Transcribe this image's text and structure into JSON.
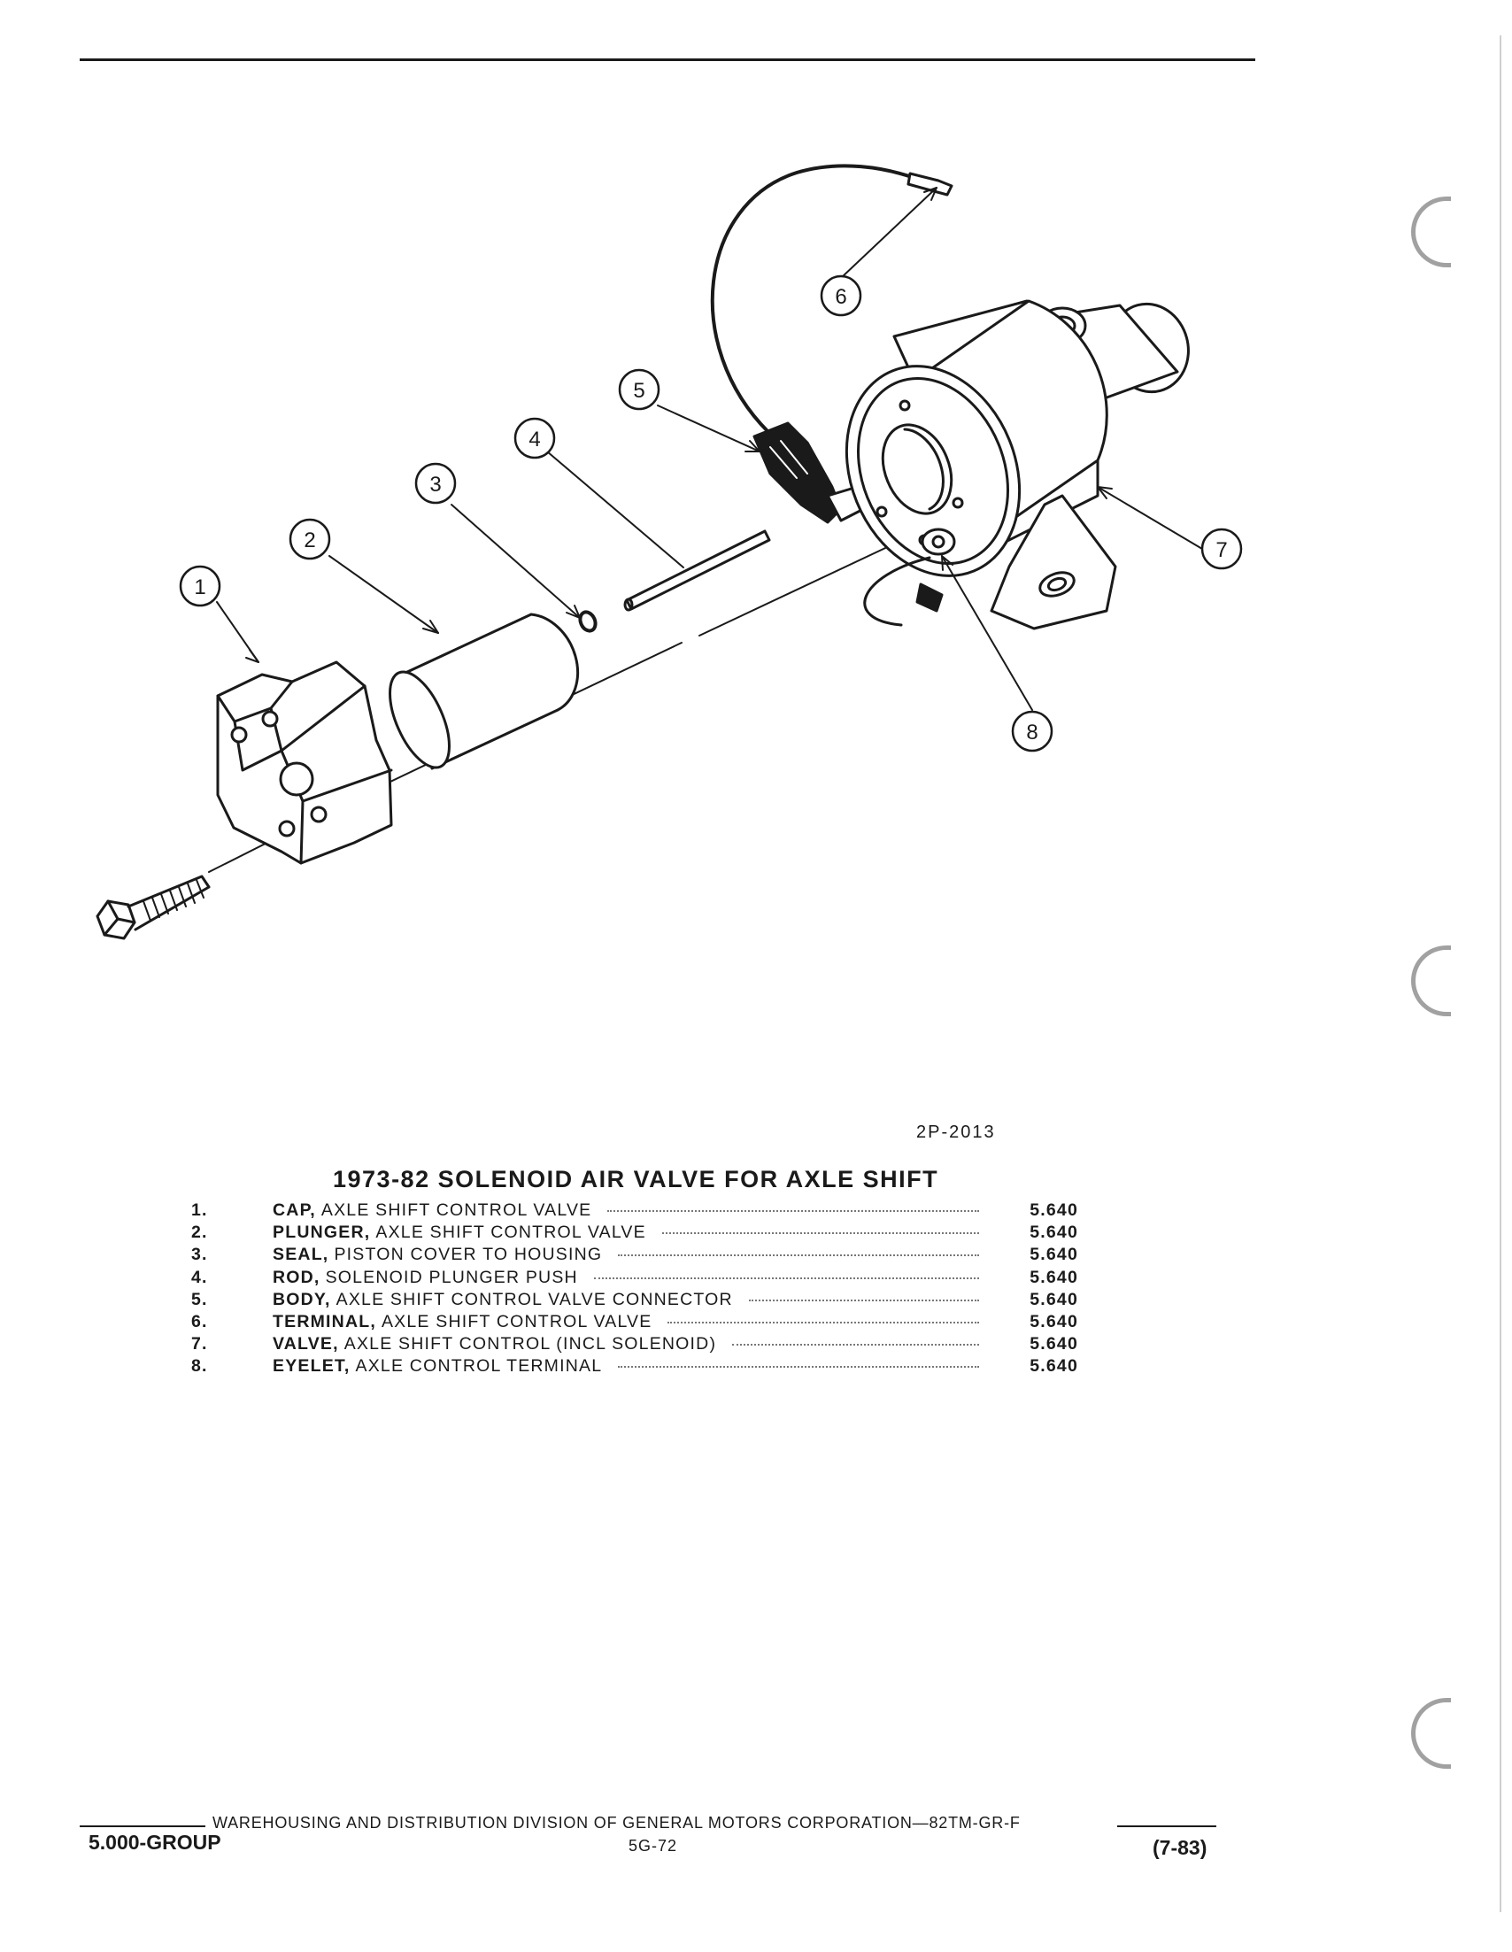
{
  "figure": {
    "code": "2P-2013",
    "callouts": [
      "1",
      "2",
      "3",
      "4",
      "5",
      "6",
      "7",
      "8"
    ]
  },
  "parts": {
    "title": "1973-82 SOLENOID AIR VALVE FOR AXLE SHIFT",
    "items": [
      {
        "num": "1.",
        "name": "CAP,",
        "rest": "AXLE SHIFT CONTROL VALVE",
        "group": "5.640"
      },
      {
        "num": "2.",
        "name": "PLUNGER,",
        "rest": "AXLE SHIFT CONTROL VALVE",
        "group": "5.640"
      },
      {
        "num": "3.",
        "name": "SEAL,",
        "rest": "PISTON COVER TO HOUSING",
        "group": "5.640"
      },
      {
        "num": "4.",
        "name": "ROD,",
        "rest": "SOLENOID PLUNGER PUSH",
        "group": "5.640"
      },
      {
        "num": "5.",
        "name": "BODY,",
        "rest": "AXLE SHIFT CONTROL VALVE CONNECTOR",
        "group": "5.640"
      },
      {
        "num": "6.",
        "name": "TERMINAL,",
        "rest": "AXLE SHIFT CONTROL VALVE",
        "group": "5.640"
      },
      {
        "num": "7.",
        "name": "VALVE,",
        "rest": "AXLE SHIFT CONTROL (INCL SOLENOID)",
        "group": "5.640"
      },
      {
        "num": "8.",
        "name": "EYELET,",
        "rest": "AXLE CONTROL TERMINAL",
        "group": "5.640"
      }
    ]
  },
  "footer": {
    "publisher": "WAREHOUSING AND DISTRIBUTION  DIVISION OF GENERAL MOTORS CORPORATION—82TM-GR-F",
    "group": "5.000-GROUP",
    "page": "5G-72",
    "date": "(7-83)"
  }
}
